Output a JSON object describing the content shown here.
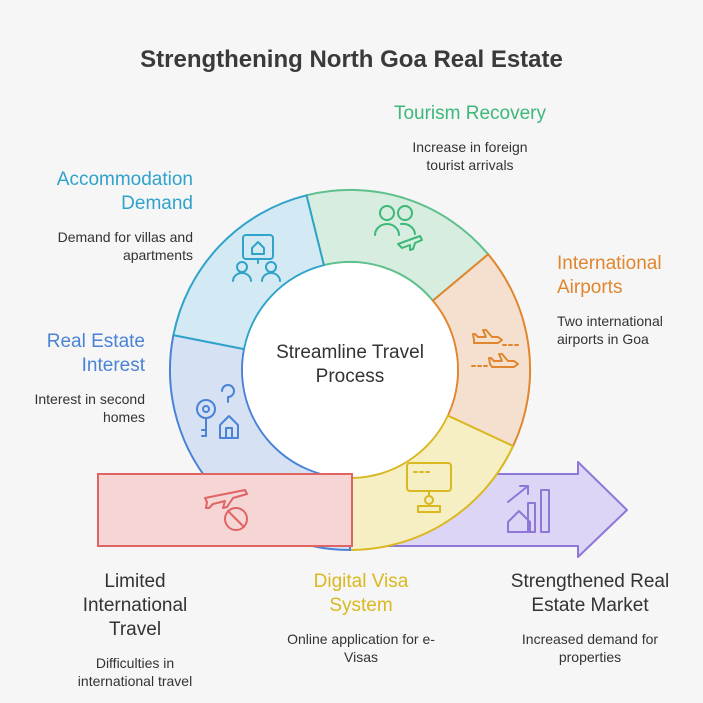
{
  "title": "Strengthening North Goa Real Estate",
  "center": {
    "line1": "Streamline Travel",
    "line2": "Process"
  },
  "stages": {
    "tourism": {
      "label": "Tourism Recovery",
      "desc1": "Increase in foreign",
      "desc2": "tourist arrivals",
      "color": "#3cb878"
    },
    "accommodation": {
      "label1": "Accommodation",
      "label2": "Demand",
      "desc1": "Demand for villas and",
      "desc2": "apartments",
      "color": "#2fa3c9"
    },
    "airports": {
      "label1": "International",
      "label2": "Airports",
      "desc1": "Two international",
      "desc2": "airports in Goa",
      "color": "#e0862e"
    },
    "realestate": {
      "label1": "Real Estate",
      "label2": "Interest",
      "desc1": "Interest in second",
      "desc2": "homes",
      "color": "#4a83d6"
    },
    "limited": {
      "label1": "Limited",
      "label2": "International",
      "label3": "Travel",
      "desc1": "Difficulties in",
      "desc2": "international travel",
      "color": "#333333"
    },
    "visa": {
      "label1": "Digital Visa",
      "label2": "System",
      "desc1": "Online application for e-",
      "desc2": "Visas",
      "color": "#d9b820"
    },
    "market": {
      "label1": "Strengthened Real",
      "label2": "Estate Market",
      "desc1": "Increased demand for",
      "desc2": "properties",
      "color": "#333333"
    }
  },
  "icons": [
    "users-plane-icon",
    "house-users-icon",
    "planes-icon",
    "key-house-icon",
    "no-flight-icon",
    "visa-screen-icon",
    "growth-chart-icon"
  ]
}
